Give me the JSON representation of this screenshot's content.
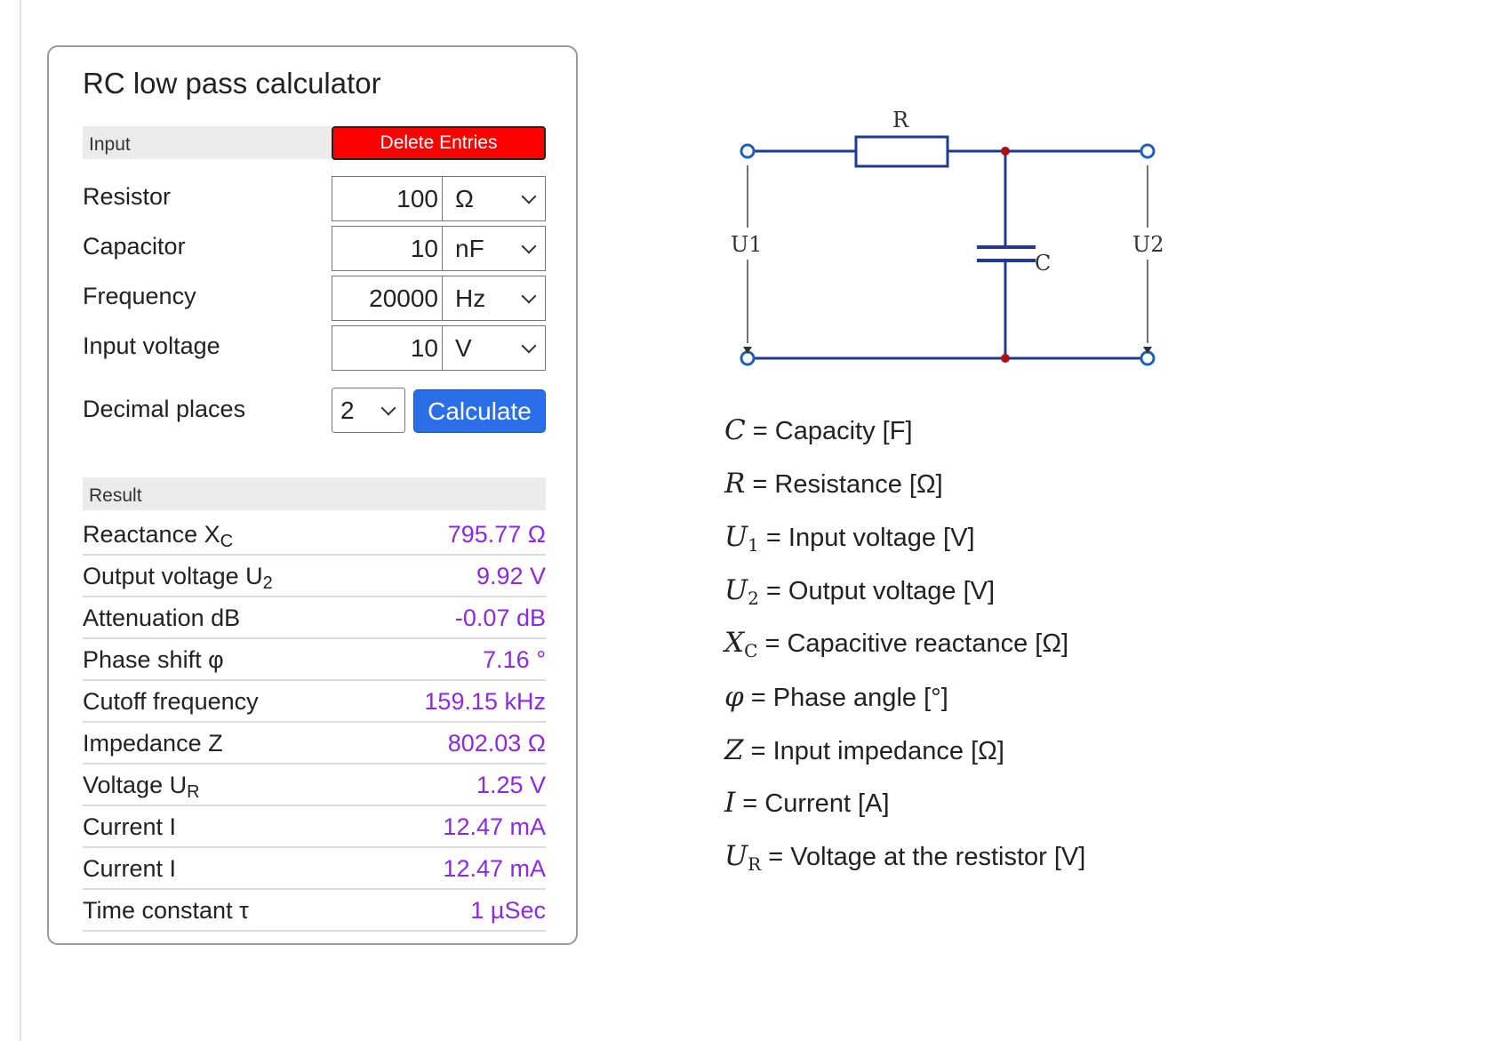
{
  "calculator": {
    "title": "RC low pass calculator",
    "input_section_label": "Input",
    "delete_button_label": "Delete Entries",
    "fields": [
      {
        "label": "Resistor",
        "value": "100",
        "unit": "Ω"
      },
      {
        "label": "Capacitor",
        "value": "10",
        "unit": "nF"
      },
      {
        "label": "Frequency",
        "value": "20000",
        "unit": "Hz"
      },
      {
        "label": "Input voltage",
        "value": "10",
        "unit": "V"
      }
    ],
    "decimal_places_label": "Decimal places",
    "decimal_places_value": "2",
    "calculate_button_label": "Calculate",
    "result_section_label": "Result",
    "results": [
      {
        "label": "Reactance X",
        "sub": "C",
        "value": "795.77 Ω"
      },
      {
        "label": "Output voltage U",
        "sub": "2",
        "value": "9.92 V"
      },
      {
        "label": "Attenuation dB",
        "sub": "",
        "value": "-0.07 dB"
      },
      {
        "label": "Phase shift φ",
        "sub": "",
        "value": "7.16 °"
      },
      {
        "label": "Cutoff frequency",
        "sub": "",
        "value": "159.15 kHz"
      },
      {
        "label": "Impedance Z",
        "sub": "",
        "value": "802.03 Ω"
      },
      {
        "label": "Voltage U",
        "sub": "R",
        "value": "1.25 V"
      },
      {
        "label": "Current I",
        "sub": "",
        "value": "12.47 mA"
      },
      {
        "label": "Current I",
        "sub": "",
        "value": "12.47 mA"
      },
      {
        "label": "Time constant τ",
        "sub": "",
        "value": "1 µSec"
      }
    ]
  },
  "diagram": {
    "labels": {
      "r": "R",
      "c": "C",
      "u1": "U1",
      "u2": "U2"
    },
    "colors": {
      "wire": "#1f3a8f",
      "node": "#b01010",
      "terminal": "#1f5fb8"
    }
  },
  "legend": [
    {
      "sym": "C",
      "sub": "",
      "text": " = Capacity [F]"
    },
    {
      "sym": "R",
      "sub": "",
      "text": " = Resistance [Ω]"
    },
    {
      "sym": "U",
      "sub": "1",
      "text": " = Input voltage [V]"
    },
    {
      "sym": "U",
      "sub": "2",
      "text": " = Output voltage [V]"
    },
    {
      "sym": "X",
      "sub": "C",
      "text": " = Capacitive reactance [Ω]"
    },
    {
      "sym": "φ",
      "sub": "",
      "text": " = Phase angle [°]"
    },
    {
      "sym": "Z",
      "sub": "",
      "text": " = Input impedance [Ω]"
    },
    {
      "sym": "I",
      "sub": "",
      "text": " = Current [A]"
    },
    {
      "sym": "U",
      "sub": "R",
      "text": " = Voltage at the restistor [V]"
    }
  ]
}
